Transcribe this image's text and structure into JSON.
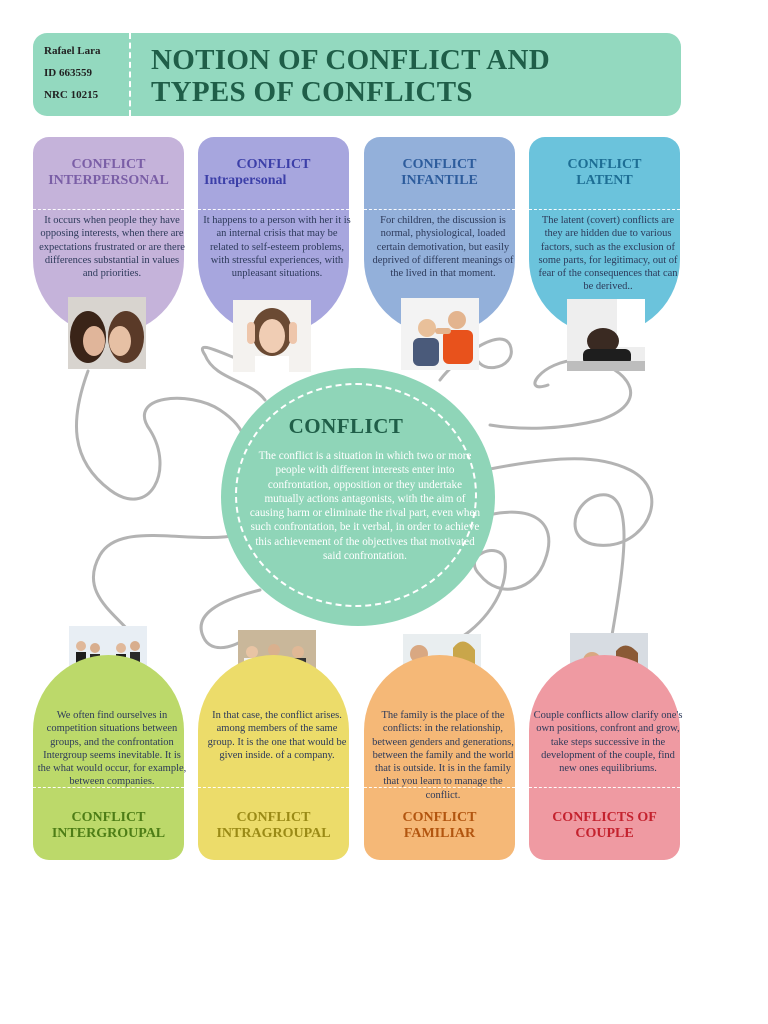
{
  "header": {
    "name": "Rafael Lara",
    "id": "ID 663559",
    "nrc": "NRC 10215",
    "title_line1": "NOTION OF CONFLICT AND",
    "title_line2": "TYPES OF CONFLICTS"
  },
  "center": {
    "title": "CONFLICT",
    "description": "The conflict is a situation in which two or more people with different interests enter into confrontation, opposition or they undertake mutually actions antagonists, with the aim of causing harm or eliminate the rival part, even when such confrontation, be it verbal, in order to achieve this achievement of the objectives that motivated said confrontation."
  },
  "top_cards": [
    {
      "title_line1": "CONFLICT",
      "title_line2": "INTERPERSONAL",
      "description": "It occurs when people they have opposing interests, when there are expectations frustrated or are there differences substantial in values and priorities.",
      "color": "#c5b3da",
      "title_color": "#7a5ea6",
      "photo_icon": "two-women-arguing"
    },
    {
      "title_line1": "CONFLICT",
      "title_line2": "Intrapersonal",
      "description": "It happens to a person with her it is an internal crisis that may be related to self-esteem problems, with stressful experiences, with unpleasant situations.",
      "color": "#a7a6de",
      "title_color": "#3c3fa8",
      "photo_icon": "stressed-woman"
    },
    {
      "title_line1": "CONFLICT",
      "title_line2": "INFANTILE",
      "description": "For children, the discussion is normal, physiological, loaded certain demotivation, but easily deprived of different meanings of the lived in that moment.",
      "color": "#93b0da",
      "title_color": "#2d5c9c",
      "photo_icon": "children-fighting"
    },
    {
      "title_line1": "CONFLICT",
      "title_line2": "LATENT",
      "description": "The latent (covert) conflicts are they are hidden due to various factors, such as the exclusion of some parts, for legitimacy, out of fear of the consequences that can be derived..",
      "color": "#6bc3dc",
      "title_color": "#1d6e94",
      "photo_icon": "woman-head-down"
    }
  ],
  "bottom_cards": [
    {
      "title_line1": "CONFLICT",
      "title_line2": "INTERGROUPAL",
      "description": "We often find ourselves in competition situations between groups, and the confrontation Intergroup seems inevitable. It is the what would occur, for example, between companies.",
      "color": "#bcd96a",
      "title_color": "#4d7d16",
      "photo_icon": "business-groups"
    },
    {
      "title_line1": "CONFLICT",
      "title_line2": "INTRAGROUPAL",
      "description": "In that case, the conflict arises. among members of the same group. It is the one that would be given inside. of a company.",
      "color": "#ecdc6a",
      "title_color": "#9a8a16",
      "photo_icon": "office-argument"
    },
    {
      "title_line1": "CONFLICT",
      "title_line2": "FAMILIAR",
      "description": "The family is the place of the conflicts: in the relationship, between genders and generations, between the family and the world that is outside. It is in the family that you learn to manage the conflict.",
      "color": "#f5b877",
      "title_color": "#b2550f",
      "photo_icon": "family-argument"
    },
    {
      "title_line1": "CONFLICTS OF",
      "title_line2": "COUPLE",
      "description": "Couple conflicts allow clarify one's own positions, confront and grow, take steps successive in the development of the couple, find new ones equilibriums.",
      "color": "#ef9aa2",
      "title_color": "#c4222e",
      "photo_icon": "couple-argument"
    }
  ]
}
